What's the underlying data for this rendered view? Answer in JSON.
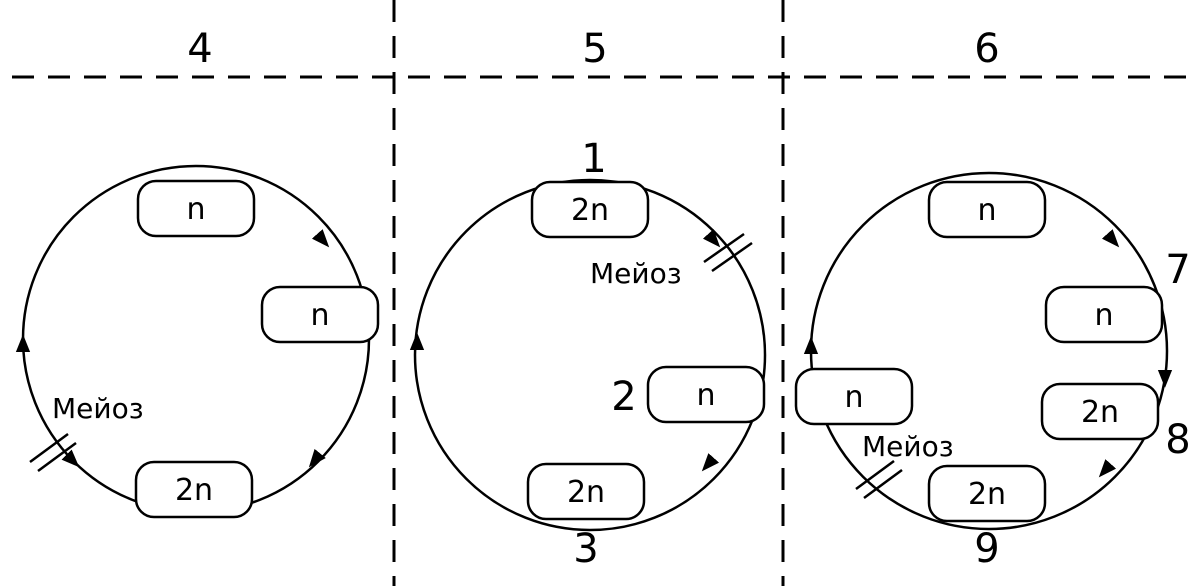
{
  "headers": [
    "4",
    "5",
    "6"
  ],
  "panel4": {
    "box_top": "n",
    "box_right": "n",
    "box_bottom": "2n",
    "meiosis": "Мейоз"
  },
  "panel5": {
    "box_top": "2n",
    "box_right": "n",
    "box_bottom": "2n",
    "meiosis": "Мейоз",
    "label_top": "1",
    "label_right": "2",
    "label_bottom": "3"
  },
  "panel6": {
    "box_top": "n",
    "box_right_upper": "n",
    "box_right_lower": "2n",
    "box_left": "n",
    "box_bottom": "2n",
    "meiosis": "Мейоз",
    "label_7": "7",
    "label_8": "8",
    "label_9": "9"
  }
}
